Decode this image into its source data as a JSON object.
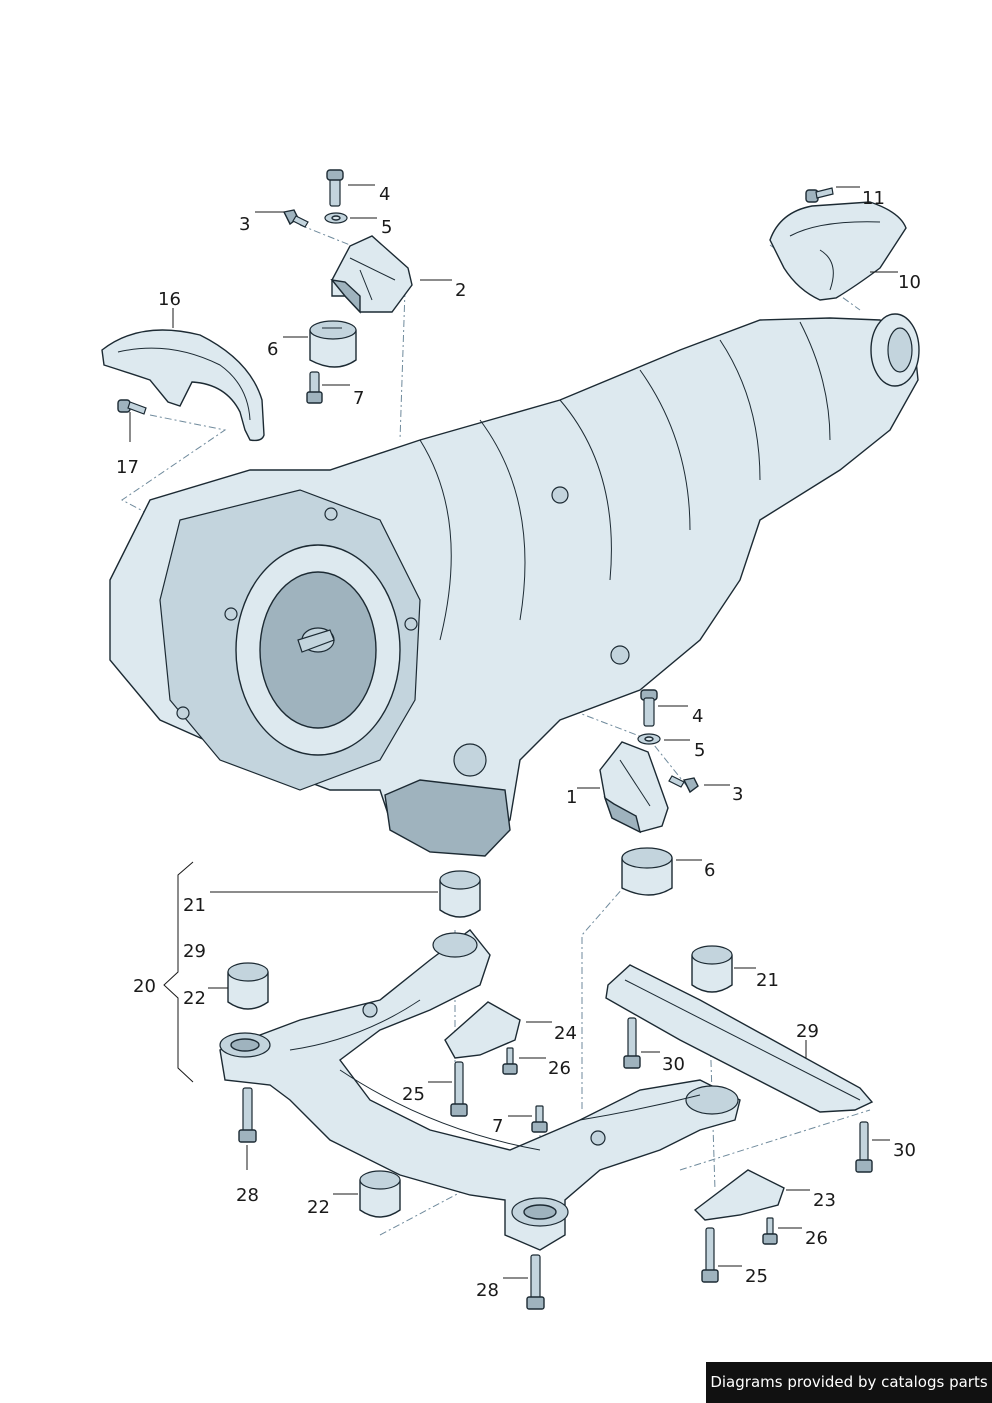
{
  "labels": {
    "l4a": "4",
    "l5a": "5",
    "l3a": "3",
    "l2": "2",
    "l6a": "6",
    "l7a": "7",
    "l16": "16",
    "l17": "17",
    "l11": "11",
    "l10": "10",
    "l4b": "4",
    "l5b": "5",
    "l1": "1",
    "l3b": "3",
    "l6b": "6",
    "l21a": "21",
    "l29a": "29",
    "l20": "20",
    "l22a": "22",
    "l24": "24",
    "l26a": "26",
    "l25a": "25",
    "l30a": "30",
    "l7b": "7",
    "l28a": "28",
    "l21b": "21",
    "l29b": "29",
    "l30b": "30",
    "l22b": "22",
    "l23": "23",
    "l26b": "26",
    "l25b": "25",
    "l28b": "28"
  },
  "credit": "Diagrams provided by catalogs parts"
}
